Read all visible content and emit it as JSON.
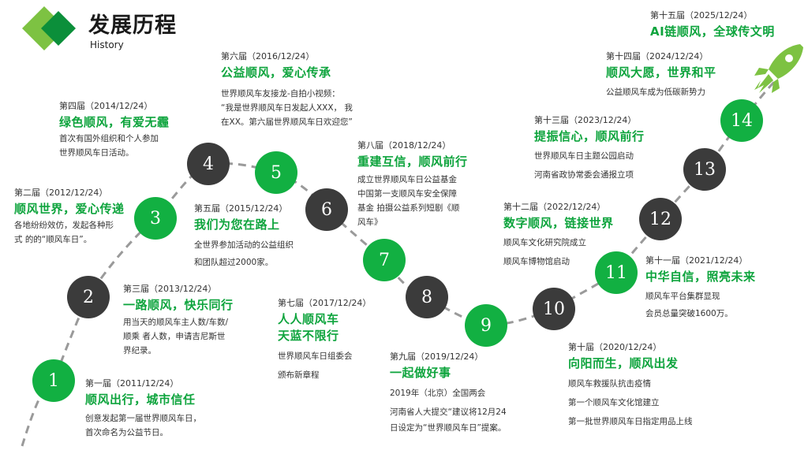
{
  "header": {
    "title": "发展历程",
    "subtitle": "History"
  },
  "colors": {
    "accent": "#12b042",
    "dark": "#3b3b3b"
  },
  "events": [
    {
      "num": "1",
      "date": "第一届（2011/12/24）",
      "heading": "顺风出行，城市信任",
      "lines": [
        "创意发起第一届世界顺风车日，",
        "首次命名为公益节日。"
      ]
    },
    {
      "num": "2",
      "date": "第二届（2012/12/24）",
      "heading": "顺风世界，爱心传递",
      "lines": [
        "各地纷纷效仿，发起各种形",
        "式 的的“顺风车日”。"
      ]
    },
    {
      "num": "3",
      "date": "第三届（2013/12/24）",
      "heading": "一路顺风，快乐同行",
      "lines": [
        "用当天的顺风车主人数/车数/",
        "顺乘 者人数，申请吉尼斯世",
        "界纪录。"
      ]
    },
    {
      "num": "4",
      "date": "第四届（2014/12/24）",
      "heading": "绿色顺风，有爱无霾",
      "lines": [
        "首次有国外组织和个人参加",
        "世界顺风车日活动。"
      ]
    },
    {
      "num": "5",
      "date": "第五届（2015/12/24）",
      "heading": "我们为您在路上",
      "lines": [
        "全世界参加活动的公益组织",
        "和团队超过2000家。"
      ]
    },
    {
      "num": "6",
      "date": "第六届（2016/12/24）",
      "heading": "公益顺风，爱心传承",
      "lines": [
        "世界顺风车友接龙-自拍小视频：",
        "“我是世界顺风车日发起人XXX，  我",
        "在XX。第六届世界顺风车日欢迎您”"
      ]
    },
    {
      "num": "7",
      "date": "第七届（2017/12/24）",
      "heading": "人人顺风车",
      "heading2": "天蓝不限行",
      "lines": [
        "世界顺风车日组委会",
        "颁布新章程"
      ]
    },
    {
      "num": "8",
      "date": "第八届（2018/12/24）",
      "heading": "重建互信，顺风前行",
      "lines": [
        "成立世界顺风车日公益基金",
        "中国第一支顺风车安全保障",
        "基金 拍摄公益系列短剧《顺",
        "风车》"
      ]
    },
    {
      "num": "9",
      "date": "第九届（2019/12/24）",
      "heading": "一起做好事",
      "lines": [
        "2019年（北京）全国两会",
        "河南省人大提交“建议将12月24",
        "日设定为“世界顺风车日”提案。"
      ]
    },
    {
      "num": "10",
      "date": "第十届（2020/12/24）",
      "heading": "向阳而生，顺风出发",
      "lines": [
        "顺风车救援队抗击疫情",
        "第一个顺风车文化馆建立",
        "第一批世界顺风车日指定用品上线"
      ]
    },
    {
      "num": "11",
      "date": "第十一届（2021/12/24）",
      "heading": "中华自信，照亮未来",
      "lines": [
        "顺风车平台集群显现",
        "会员总量突破1600万。"
      ]
    },
    {
      "num": "12",
      "date": "第十二届（2022/12/24）",
      "heading": "数字顺风，链接世界",
      "lines": [
        "顺风车文化研究院成立",
        "顺风车博物馆启动"
      ]
    },
    {
      "num": "13",
      "date": "第十三届（2023/12/24）",
      "heading": "提振信心，顺风前行",
      "lines": [
        "世界顺风车日主题公园启动",
        "河南省政协常委会通报立项"
      ]
    },
    {
      "num": "14",
      "date": "第十四届（2024/12/24）",
      "heading": "顺风大愿，世界和平",
      "lines": [
        "公益顺风车成为低碳新势力"
      ]
    },
    {
      "num": "",
      "date": "第十五届（2025/12/24）",
      "heading": "AI链顺风，全球传文明",
      "lines": []
    }
  ]
}
